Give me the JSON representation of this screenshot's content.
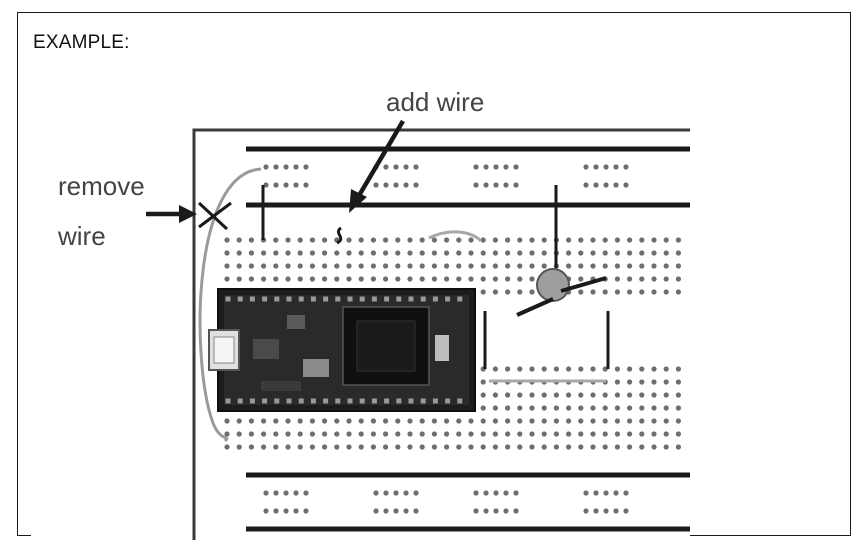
{
  "document": {
    "heading": "EXAMPLE:"
  },
  "figure": {
    "annotations": {
      "add_wire": "add wire",
      "remove_wire_line1": "remove",
      "remove_wire_line2": "wire"
    },
    "icons": [
      "breadboard",
      "microcontroller-board",
      "usb-connector",
      "potentiometer",
      "jumper-wire",
      "arrow"
    ],
    "colors": {
      "wire": "#1a1a1a",
      "hole": "#6e6e6e",
      "board": "#1c1c1c",
      "annotation_text": "#444444"
    }
  }
}
